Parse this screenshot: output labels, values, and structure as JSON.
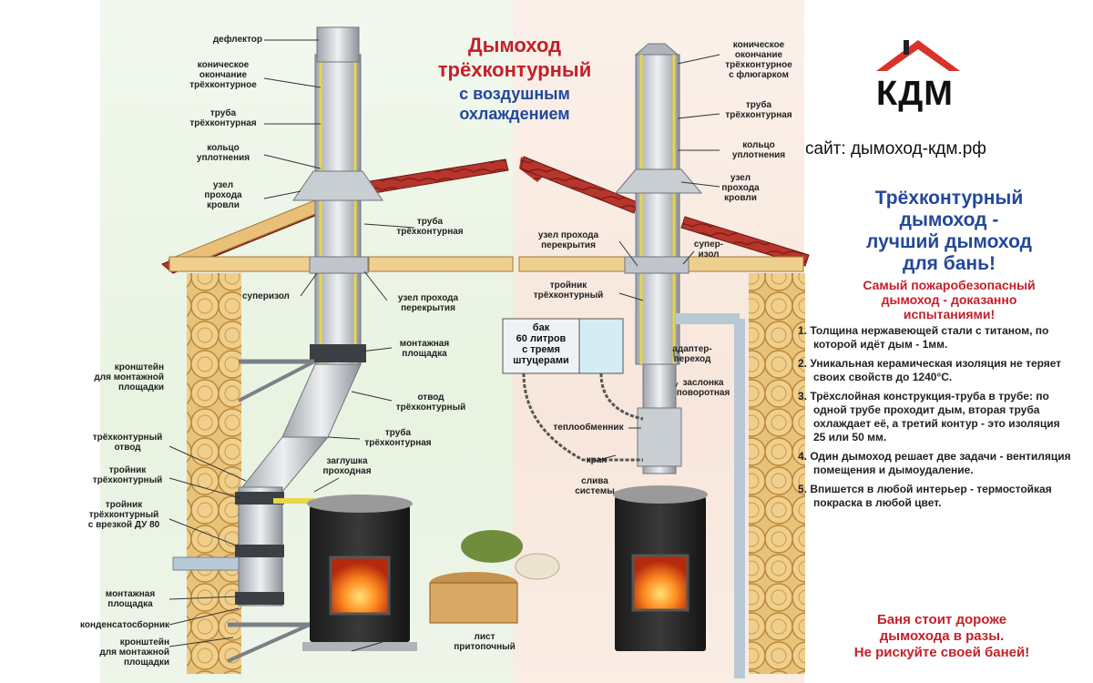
{
  "title": {
    "line1": "Дымоход",
    "line2": "трёхконтурный",
    "line3": "с воздушным",
    "line4": "охлаждением"
  },
  "brand": {
    "logo": "КДМ",
    "site": "сайт: дымоход-кдм.рф",
    "accent_red": "#c4202a",
    "accent_blue": "#23489a"
  },
  "left_labels": {
    "deflector": "дефлектор",
    "conical": "коническое\nокончание\nтрёхконтурное",
    "pipe_top": "труба\nтрёхконтурная",
    "ring": "кольцо\nуплотнения",
    "roof_node": "узел\nпрохода\nкровли",
    "pipe_mid": "труба\nтрёхконтурная",
    "superizol": "суперизол",
    "ceiling_node": "узел прохода\nперекрытия",
    "bracket_top": "кронштейн\nдля монтажной\nплощадки",
    "mount_platform": "монтажная\nплощадка",
    "elbow": "отвод\nтрёхконтурный",
    "pipe_low": "труба\nтрёхконтурная",
    "plug": "заглушка\nпроходная",
    "elbow_left": "трёхконтурный\nотвод",
    "tee": "тройник\nтрёхконтурный",
    "tee_du80": "тройник\nтрёхконтурный\nс врезкой ДУ 80",
    "mount_platform_low": "монтажная\nплощадка",
    "condensate": "конденсатосборник",
    "bracket_low": "кронштейн\nдля монтажной\nплощадки",
    "fire_sheet": "лист\nпритопочный"
  },
  "right_labels": {
    "conical_vane": "коническое\nокончание\nтрёхконтурное\nс флюгарком",
    "pipe_top": "труба\nтрёхконтурная",
    "ring": "кольцо\nуплотнения",
    "roof_node": "узел\nпрохода\nкровли",
    "ceiling_node": "узел прохода\nперекрытия",
    "superizol": "супер-\nизол",
    "tee": "тройник\nтрёхконтурный",
    "tank": "бак\n60 литров\nс тремя\nштуцерами",
    "adapter": "адаптер-\nпереход",
    "damper": "заслонка\nповоротная",
    "heat_exchanger": "теплообменник",
    "tap": "кран",
    "drain": "слива\nсистемы"
  },
  "panel": {
    "headline": "Трёхконтурный\nдымоход -\nлучший дымоход\nдля бань!",
    "subhead": "Самый пожаробезопасный\nдымоход - доказанно\nиспытаниями!",
    "points": [
      "1. Толщина нержавеющей стали с титаном, по которой идёт дым - 1мм.",
      "2. Уникальная керамическая изоляция не теряет своих свойств до 1240°С.",
      "3. Трёхслойная конструкция-труба в трубе: по одной трубе проходит дым, вторая труба охлаждает её, а третий контур - это изоляция 25 или 50 мм.",
      "4. Один дымоход решает две задачи - вентиляция помещения и дымоудаление.",
      "5. Впишется в любой интерьер - термостойкая покраска в любой цвет."
    ],
    "footer": "Баня стоит дороже\nдымохода в разы.\nНе рискуйте своей баней!"
  }
}
